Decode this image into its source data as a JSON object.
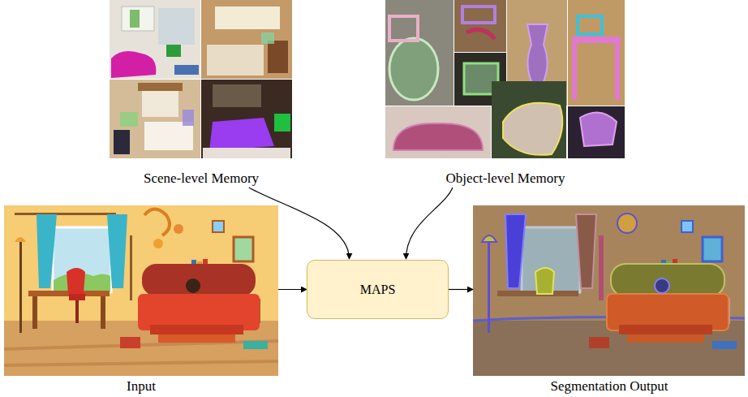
{
  "diagram": {
    "nodes": [
      {
        "text": [
          "Scene-level Memory"
        ]
      },
      {
        "text": [
          "Object-level Memory"
        ]
      },
      {
        "text": [
          "Input"
        ]
      },
      {
        "text": [
          "MAPS"
        ]
      },
      {
        "text": [
          "Segmentation Output"
        ]
      }
    ],
    "edges": [
      {
        "from": 0,
        "to": 3,
        "arrow": "to"
      },
      {
        "from": 1,
        "to": 3,
        "arrow": "to"
      },
      {
        "from": 2,
        "to": 3,
        "arrow": "to"
      },
      {
        "from": 3,
        "to": 4,
        "arrow": "to"
      }
    ]
  }
}
